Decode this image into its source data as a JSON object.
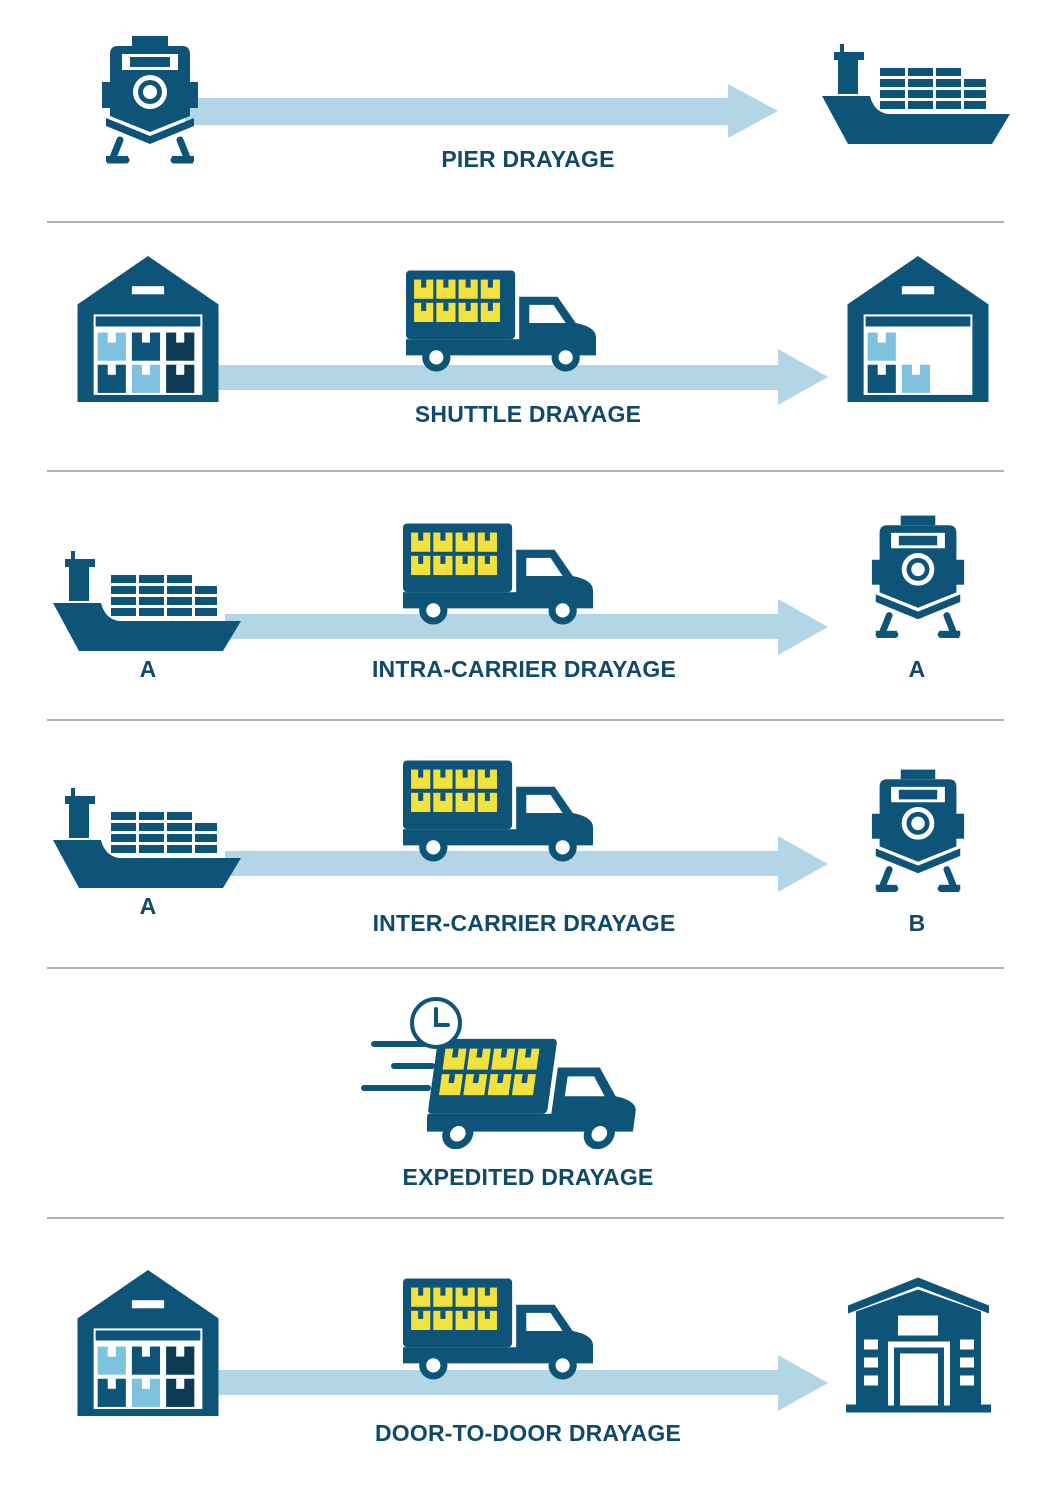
{
  "colors": {
    "navy": "#0e5479",
    "dark": "#0b3a52",
    "arrow": "#b3d6e6",
    "yellow": "#f3e23d",
    "light_box": "#7fc2e0",
    "divider": "#b3b3b3"
  },
  "rows": [
    {
      "label": "PIER DRAYAGE",
      "from_icon": "train-icon",
      "to_icon": "ship-icon"
    },
    {
      "label": "SHUTTLE DRAYAGE",
      "from_icon": "warehouse-icon",
      "via_icon": "truck-icon",
      "to_icon": "warehouse-icon"
    },
    {
      "label": "INTRA-CARRIER DRAYAGE",
      "from_icon": "ship-icon",
      "from_tag": "A",
      "via_icon": "truck-icon",
      "to_icon": "train-icon",
      "to_tag": "A"
    },
    {
      "label": "INTER-CARRIER DRAYAGE",
      "from_icon": "ship-icon",
      "from_tag": "A",
      "via_icon": "truck-icon",
      "to_icon": "train-icon",
      "to_tag": "B"
    },
    {
      "label": "EXPEDITED DRAYAGE",
      "via_icon": "fast-truck-icon",
      "extra_icon": "clock-icon"
    },
    {
      "label": "DOOR-TO-DOOR DRAYAGE",
      "from_icon": "warehouse-icon",
      "via_icon": "truck-icon",
      "to_icon": "building-icon"
    }
  ]
}
